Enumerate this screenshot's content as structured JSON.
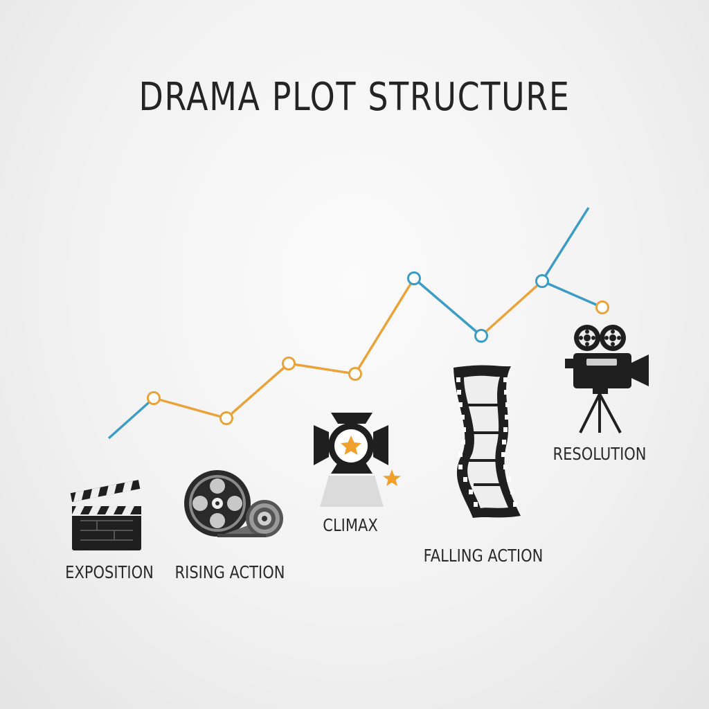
{
  "title": "DRAMA PLOT STRUCTURE",
  "stages": [
    {
      "label": "EXPOSITION",
      "icon": "clapperboard-icon"
    },
    {
      "label": "RISING ACTION",
      "icon": "film-reel-icon"
    },
    {
      "label": "CLIMAX",
      "icon": "spotlight-icon"
    },
    {
      "label": "FALLING ACTION",
      "icon": "film-strip-icon"
    },
    {
      "label": "RESOLUTION",
      "icon": "movie-camera-icon"
    }
  ],
  "colors": {
    "rising_line": "#e9a33a",
    "falling_line": "#3c9cc4",
    "icon_dark": "#1f1f1f",
    "star": "#f0a02c"
  }
}
